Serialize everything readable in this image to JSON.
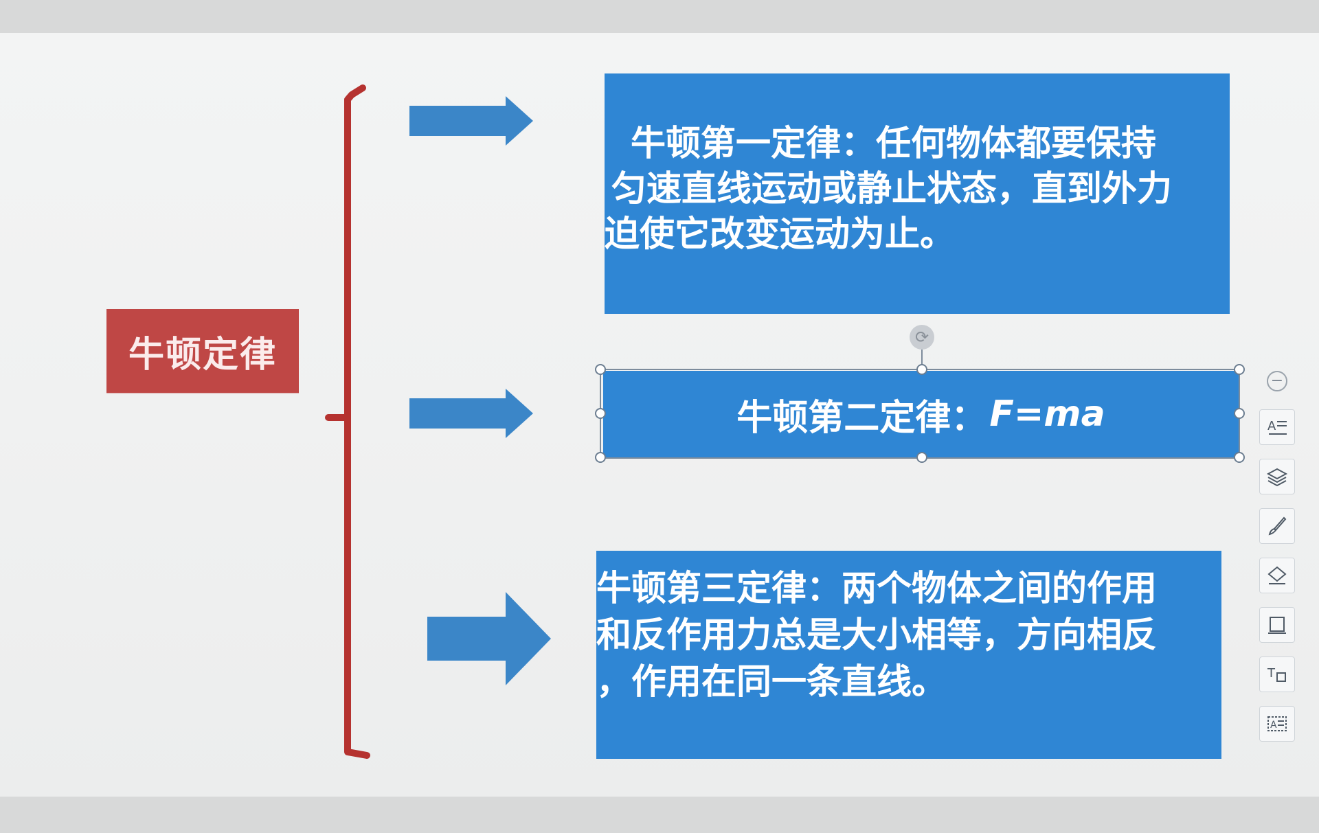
{
  "slide": {
    "title": "牛顿定律",
    "law1": {
      "lines": [
        "牛顿第一定律：任何物体都要保持",
        "匀速直线运动或静止状态，直到外力",
        "迫使它改变运动为止。"
      ]
    },
    "law2": {
      "label": "牛顿第二定律：",
      "formula": "F=ma"
    },
    "law3": {
      "lines": [
        "牛顿第三定律：两个物体之间的作用",
        "和反作用力总是大小相等，方向相反",
        "，作用在同一条直线。"
      ]
    }
  },
  "toolbar": {
    "items": [
      "collapse-icon",
      "text-style-icon",
      "layers-icon",
      "brush-icon",
      "fill-icon",
      "frame-icon",
      "text-box-icon",
      "text-wrap-icon"
    ]
  },
  "colors": {
    "title_bg": "#bf4745",
    "box_bg": "#2f86d4",
    "bracket": "#b5322f",
    "arrow": "#3b86c8"
  }
}
